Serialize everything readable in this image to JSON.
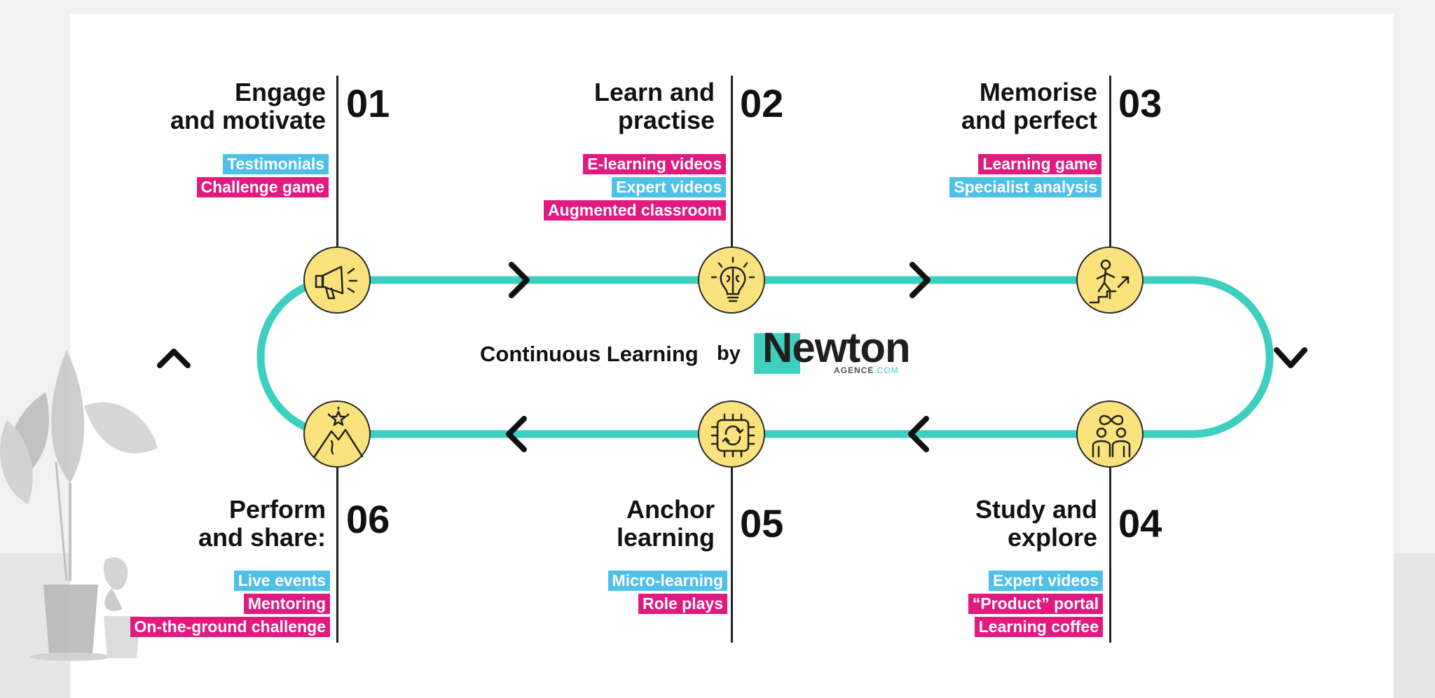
{
  "diagram": {
    "center_title": "Continuous Learning",
    "center_by": "by",
    "logo": {
      "name": "Newton",
      "sub_main": "AGENCE",
      "sub_accent": ".COM"
    },
    "colors": {
      "track": "#3dcfbf",
      "node": "#fbe27d",
      "cyan": "#4fc0e8",
      "pink": "#e2197f"
    },
    "steps": [
      {
        "number": "01",
        "title_line1": "Engage",
        "title_line2": "and motivate",
        "icon": "megaphone-icon",
        "tags": [
          {
            "label": "Testimonials",
            "color": "cyan"
          },
          {
            "label": "Challenge game",
            "color": "pink"
          }
        ]
      },
      {
        "number": "02",
        "title_line1": "Learn and",
        "title_line2": "practise",
        "icon": "lightbulb-brain-icon",
        "tags": [
          {
            "label": "E-learning videos",
            "color": "pink"
          },
          {
            "label": "Expert videos",
            "color": "cyan"
          },
          {
            "label": "Augmented classroom",
            "color": "pink"
          }
        ]
      },
      {
        "number": "03",
        "title_line1": "Memorise",
        "title_line2": "and perfect",
        "icon": "climbing-stairs-icon",
        "tags": [
          {
            "label": "Learning game",
            "color": "pink"
          },
          {
            "label": "Specialist analysis",
            "color": "cyan"
          }
        ]
      },
      {
        "number": "04",
        "title_line1": "Study and",
        "title_line2": "explore",
        "icon": "two-people-infinity-icon",
        "tags": [
          {
            "label": "Expert videos",
            "color": "cyan"
          },
          {
            "label": "“Product” portal",
            "color": "pink"
          },
          {
            "label": "Learning coffee",
            "color": "pink"
          }
        ]
      },
      {
        "number": "05",
        "title_line1": "Anchor",
        "title_line2": "learning",
        "icon": "chip-cycle-icon",
        "tags": [
          {
            "label": "Micro-learning",
            "color": "cyan"
          },
          {
            "label": "Role plays",
            "color": "pink"
          }
        ]
      },
      {
        "number": "06",
        "title_line1": "Perform",
        "title_line2": "and share:",
        "icon": "mountain-star-icon",
        "tags": [
          {
            "label": "Live events",
            "color": "cyan"
          },
          {
            "label": "Mentoring",
            "color": "pink"
          },
          {
            "label": "On-the-ground challenge",
            "color": "pink"
          }
        ]
      }
    ]
  }
}
